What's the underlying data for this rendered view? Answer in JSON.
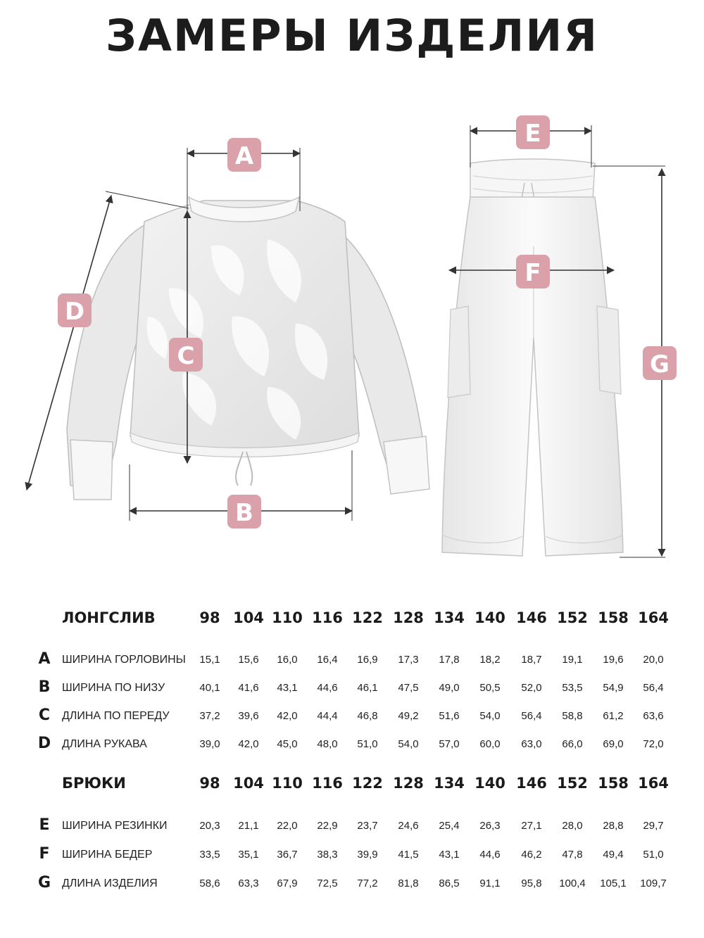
{
  "title": "ЗАМЕРЫ ИЗДЕЛИЯ",
  "badge_color": "#dba1aa",
  "jacket_badges": {
    "a": "A",
    "b": "B",
    "c": "C",
    "d": "D"
  },
  "pants_badges": {
    "e": "E",
    "f": "F",
    "g": "G"
  },
  "sizes": [
    "98",
    "104",
    "110",
    "116",
    "122",
    "128",
    "134",
    "140",
    "146",
    "152",
    "158",
    "164"
  ],
  "longsleeve": {
    "heading": "ЛОНГСЛИВ",
    "rows": [
      {
        "letter": "A",
        "label": "ШИРИНА ГОРЛОВИНЫ",
        "values": [
          "15,1",
          "15,6",
          "16,0",
          "16,4",
          "16,9",
          "17,3",
          "17,8",
          "18,2",
          "18,7",
          "19,1",
          "19,6",
          "20,0"
        ]
      },
      {
        "letter": "B",
        "label": "ШИРИНА ПО НИЗУ",
        "values": [
          "40,1",
          "41,6",
          "43,1",
          "44,6",
          "46,1",
          "47,5",
          "49,0",
          "50,5",
          "52,0",
          "53,5",
          "54,9",
          "56,4"
        ]
      },
      {
        "letter": "C",
        "label": "ДЛИНА ПО ПЕРЕДУ",
        "values": [
          "37,2",
          "39,6",
          "42,0",
          "44,4",
          "46,8",
          "49,2",
          "51,6",
          "54,0",
          "56,4",
          "58,8",
          "61,2",
          "63,6"
        ]
      },
      {
        "letter": "D",
        "label": "ДЛИНА РУКАВА",
        "values": [
          "39,0",
          "42,0",
          "45,0",
          "48,0",
          "51,0",
          "54,0",
          "57,0",
          "60,0",
          "63,0",
          "66,0",
          "69,0",
          "72,0"
        ]
      }
    ]
  },
  "trousers": {
    "heading": "БРЮКИ",
    "rows": [
      {
        "letter": "E",
        "label": "ШИРИНА РЕЗИНКИ",
        "values": [
          "20,3",
          "21,1",
          "22,0",
          "22,9",
          "23,7",
          "24,6",
          "25,4",
          "26,3",
          "27,1",
          "28,0",
          "28,8",
          "29,7"
        ]
      },
      {
        "letter": "F",
        "label": "ШИРИНА БЕДЕР",
        "values": [
          "33,5",
          "35,1",
          "36,7",
          "38,3",
          "39,9",
          "41,5",
          "43,1",
          "44,6",
          "46,2",
          "47,8",
          "49,4",
          "51,0"
        ]
      },
      {
        "letter": "G",
        "label": "ДЛИНА ИЗДЕЛИЯ",
        "values": [
          "58,6",
          "63,3",
          "67,9",
          "72,5",
          "77,2",
          "81,8",
          "86,5",
          "91,1",
          "95,8",
          "100,4",
          "105,1",
          "109,7"
        ]
      }
    ]
  }
}
